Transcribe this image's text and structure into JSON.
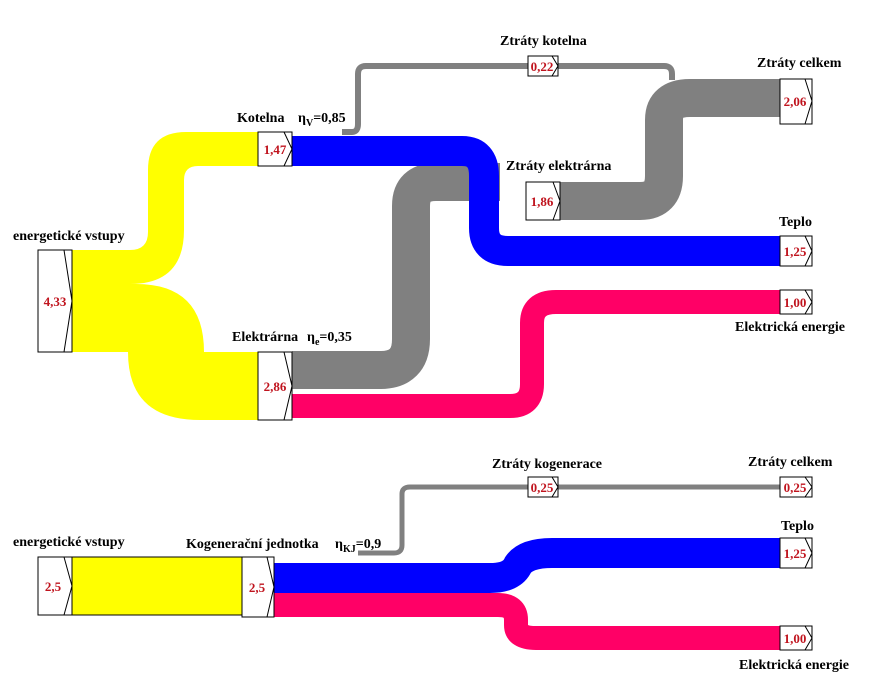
{
  "colors": {
    "input": "#ffff00",
    "heat": "#0000ff",
    "electricity": "#ff0066",
    "loss": "#808080",
    "value_text": "#c0141e"
  },
  "top": {
    "inputs_label": "energetické vstupy",
    "inputs_value": "4,33",
    "boiler_label": "Kotelna",
    "boiler_eta_symbol": "η",
    "boiler_eta_sub": "V",
    "boiler_eta_value": "=0,85",
    "boiler_value": "1,47",
    "plant_label": "Elektrárna",
    "plant_eta_symbol": "η",
    "plant_eta_sub": "e",
    "plant_eta_value": "=0,35",
    "plant_value": "2,86",
    "boiler_losses_label": "Ztráty kotelna",
    "boiler_losses_value": "0,22",
    "plant_losses_label": "Ztráty elektrárna",
    "plant_losses_value": "1,86",
    "total_losses_label": "Ztráty celkem",
    "total_losses_value": "2,06",
    "heat_label": "Teplo",
    "heat_value": "1,25",
    "electricity_label": "Elektrická energie",
    "electricity_value": "1,00"
  },
  "bottom": {
    "inputs_label": "energetické vstupy",
    "inputs_value": "2,5",
    "chp_label": "Kogenerační jednotka",
    "chp_eta_symbol": "η",
    "chp_eta_sub": "KJ",
    "chp_eta_value": "=0,9",
    "chp_value": "2,5",
    "chp_losses_label": "Ztráty kogenerace",
    "chp_losses_value": "0,25",
    "total_losses_label": "Ztráty celkem",
    "total_losses_value": "0,25",
    "heat_label": "Teplo",
    "heat_value": "1,25",
    "electricity_label": "Elektrická energie",
    "electricity_value": "1,00"
  }
}
